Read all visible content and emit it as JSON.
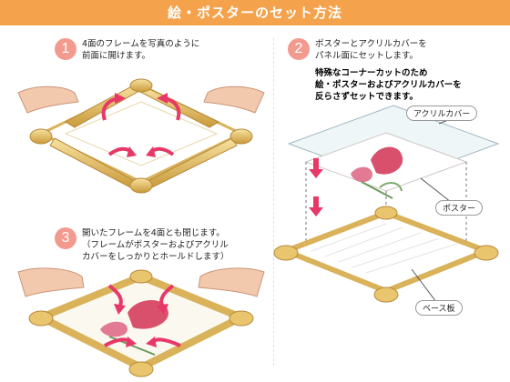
{
  "banner": {
    "title": "絵・ポスターのセット方法",
    "color": "#f4a24c"
  },
  "steps": [
    {
      "number": "1",
      "text": "4面のフレームを写真のように\n前面に開けます。"
    },
    {
      "number": "2",
      "text": "ポスターとアクリルカバーを\nパネル面にセットします。"
    },
    {
      "number": "3",
      "text": "開いたフレームを4面とも閉じます。\n（フレームがポスターおよびアクリル\nカバーをしっかりとホールドします）"
    }
  ],
  "note": "特殊なコーナーカットのため\n絵・ポスターおよびアクリルカバーを\n反らさずセットできます。",
  "callouts": {
    "acrylic": "アクリルカバー",
    "poster": "ポスター",
    "base": "ベース板"
  },
  "colors": {
    "frame": "#e5c06b",
    "arrow": "#e83868",
    "step_circle": "#f39a8e"
  }
}
